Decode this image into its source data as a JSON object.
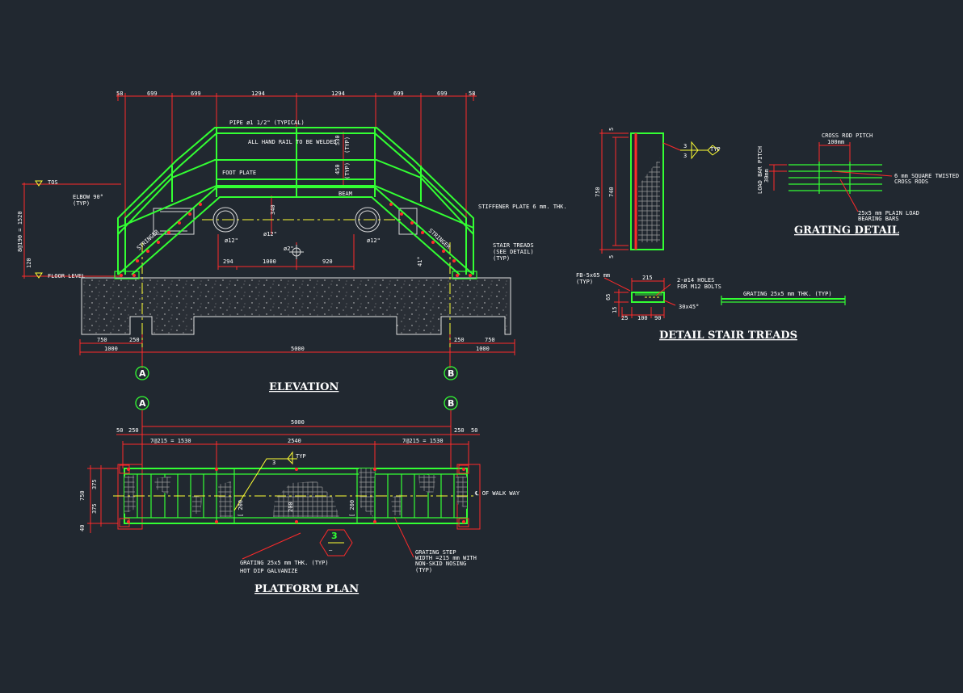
{
  "titles": {
    "elevation": "ELEVATION",
    "platform_plan": "PLATFORM  PLAN",
    "detail_stair_treads": "DETAIL  STAIR  TREADS",
    "grating_detail": "GRATING  DETAIL"
  },
  "elevation": {
    "top_dims": [
      "58",
      "699",
      "699",
      "1294",
      "1294",
      "699",
      "699",
      "58"
    ],
    "pipe_note": "PIPE ø1 1/2\" (TYPICAL)",
    "handrail_note": "ALL HAND RAIL TO BE WELDED",
    "foot_plate": "FOOT PLATE",
    "beam": "BEAM",
    "rail_dim_1": "530",
    "rail_dim_2": "450",
    "typ": "(TYP)",
    "tos": "TOS",
    "elbow": "ELBOW 90°",
    "elbow_typ": "(TYP)",
    "vert_dim": "8@190 = 1520",
    "vert_dim_small": "120",
    "floor_level": "FLOOR LEVEL",
    "stiffener": "STIFFENER PLATE 6 mm. THK.",
    "stringer": "STRINGER",
    "stair_treads": "STAIR TREADS",
    "see_detail": "(SEE DETAIL)",
    "stair_typ": "(TYP)",
    "pipe12_a": "ø12\"",
    "pipe12_b": "ø12\"",
    "pipe12_c": "ø12\"",
    "pipe2": "ø2\"",
    "dim_340": "340",
    "dims_mid": [
      "294",
      "1000",
      "920"
    ],
    "angle": "41°",
    "bottom_dims": [
      "750",
      "250",
      "250",
      "750"
    ],
    "overall": [
      "1000",
      "5000",
      "1000"
    ],
    "grid": [
      "A",
      "B"
    ]
  },
  "plan": {
    "grid": [
      "A",
      "B"
    ],
    "top_dim": "5000",
    "edge_dims": [
      "50",
      "250",
      "250",
      "50"
    ],
    "segments": [
      "7@215 = 1530",
      "2540",
      "7@215 = 1530"
    ],
    "weld": "3",
    "weld_typ": "TYP",
    "left_dims": [
      "750",
      "375",
      "375",
      "40"
    ],
    "c200": [
      "[ 200",
      "200",
      "[ 200"
    ],
    "cl_walkway": "℄ OF WALK WAY",
    "hex": "3",
    "hex_sub": "—",
    "grating_note_1": "GRATING 25x5 mm THK. (TYP)",
    "grating_note_2": "HOT DIP GALVANIZE",
    "step_note_1": "GRATING STEP",
    "step_note_2": "WIDTH =215 mm WITH",
    "step_note_3": "NON-SKID NOSING",
    "step_note_4": "(TYP)"
  },
  "tread_detail": {
    "dim_750": "750",
    "dim_740": "740",
    "dim_5a": "5",
    "dim_5b": "5",
    "weld_a": "3",
    "weld_b": "3",
    "typ": "TYP",
    "fb": "FB-5x65 mm",
    "fb_typ": "(TYP)",
    "width": "215",
    "holes": "2-ø14 HOLES",
    "bolts": "FOR M12 BOLTS",
    "chamfer": "30x45°",
    "h65": "65",
    "h15": "15",
    "bottom": [
      "25",
      "100",
      "90"
    ],
    "grating_typ": "GRATING 25x5 mm THK. (TYP)"
  },
  "grating_detail": {
    "cross_rod": "CROSS ROD PITCH",
    "cross_rod_val": "100mm",
    "load_bar": "LOAD BAR PITCH",
    "load_bar_val": "30mm",
    "rods_note_1": "6 mm SQUARE TWISTED",
    "rods_note_2": "CROSS RODS",
    "bars_note_1": "25x5 mm PLAIN LOAD",
    "bars_note_2": "BEARING BARS"
  }
}
